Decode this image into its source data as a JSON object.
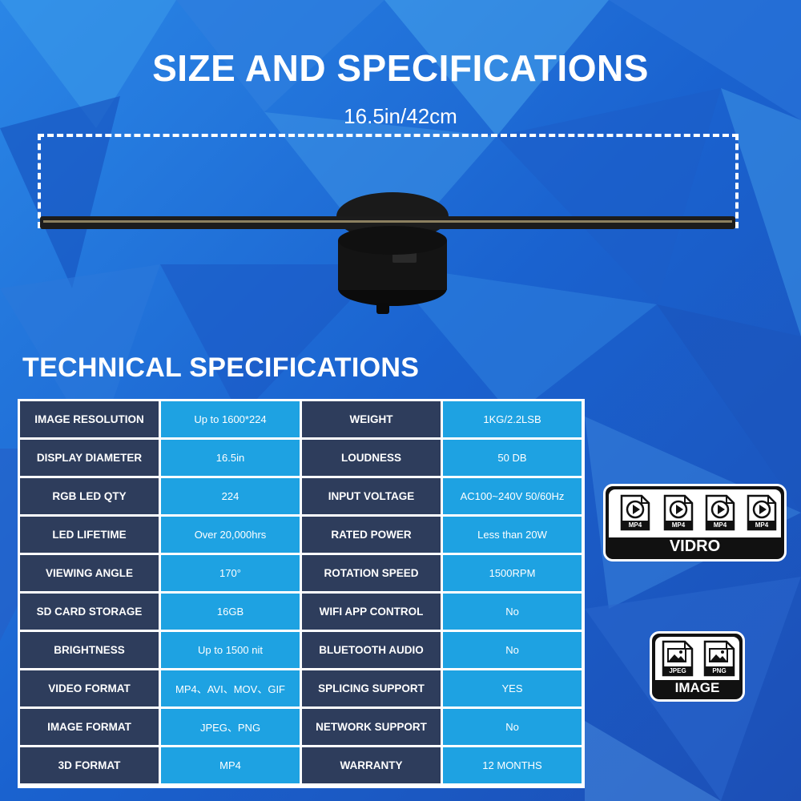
{
  "header": {
    "title": "SIZE AND SPECIFICATIONS",
    "size_label": "16.5in/42cm"
  },
  "specs": {
    "title": "TECHNICAL SPECIFICATIONS",
    "rows": [
      [
        "IMAGE RESOLUTION",
        "Up to 1600*224",
        "WEIGHT",
        "1KG/2.2LSB"
      ],
      [
        "DISPLAY DIAMETER",
        "16.5in",
        "LOUDNESS",
        "50 DB"
      ],
      [
        "RGB LED QTY",
        "224",
        "INPUT VOLTAGE",
        "AC100~240V 50/60Hz"
      ],
      [
        "LED LIFETIME",
        "Over 20,000hrs",
        "RATED POWER",
        "Less than 20W"
      ],
      [
        "VIEWING ANGLE",
        "170°",
        "ROTATION SPEED",
        "1500RPM"
      ],
      [
        "SD CARD STORAGE",
        "16GB",
        "WIFI APP CONTROL",
        "No"
      ],
      [
        "BRIGHTNESS",
        "Up to 1500 nit",
        "BLUETOOTH AUDIO",
        "No"
      ],
      [
        "VIDEO FORMAT",
        "MP4、AVI、MOV、GIF",
        "SPLICING SUPPORT",
        "YES"
      ],
      [
        "IMAGE FORMAT",
        "JPEG、PNG",
        "NETWORK SUPPORT",
        "No"
      ],
      [
        "3D FORMAT",
        "MP4",
        "WARRANTY",
        "12 MONTHS"
      ]
    ]
  },
  "video_badge": {
    "label": "VIDRO",
    "files": [
      "MP4",
      "MP4",
      "MP4",
      "MP4"
    ]
  },
  "image_badge": {
    "label": "IMAGE",
    "files": [
      "JPEG",
      "PNG"
    ]
  },
  "colors": {
    "label_cell": "#2e3d5c",
    "value_cell": "#1ea2e2",
    "background": "#1f6fd6"
  }
}
